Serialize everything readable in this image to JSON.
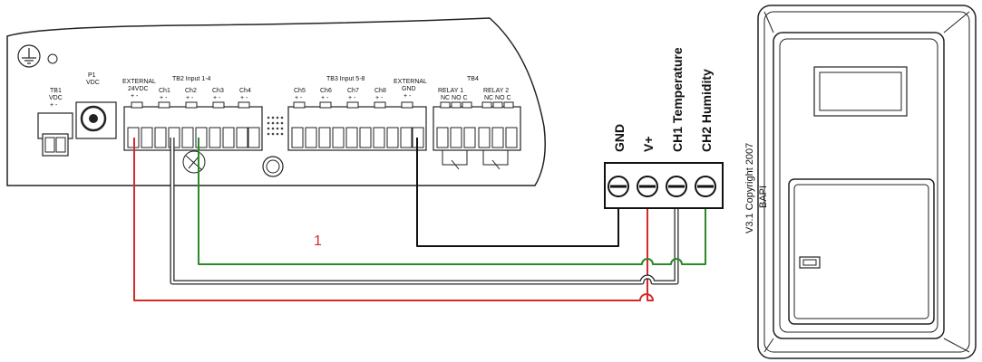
{
  "controller": {
    "tb1_label": "TB1",
    "tb1_sub": "VDC",
    "tb1_pol": "+  -",
    "p1_label": "P1",
    "p1_sub": "VDC",
    "ext24_label": "EXTERNAL",
    "ext24_sub": "24VDC",
    "tb2_label": "TB2 Input 1-4",
    "tb3_label": "TB3 Input 5-8",
    "ext_gnd_label": "EXTERNAL",
    "ext_gnd_sub": "GND",
    "tb4_label": "TB4",
    "relay1_label": "RELAY 1",
    "relay2_label": "RELAY 2",
    "relay_contacts": "NC NO C",
    "channels": [
      "Ch1",
      "Ch2",
      "Ch3",
      "Ch4",
      "Ch5",
      "Ch6",
      "Ch7",
      "Ch8"
    ],
    "pol": "+  -"
  },
  "terminal": {
    "labels": [
      "GND",
      "V+",
      "CH1  Temperature",
      "CH2  Humidity"
    ]
  },
  "wire_number": "1",
  "sensor": {
    "copyright": "V3.1 Copyright 2007",
    "brand": "BAPI"
  },
  "colors": {
    "red_wire": "#d42a2a",
    "green_wire": "#2a8a2a",
    "black_wire": "#111111",
    "white_wire": "#ffffff"
  }
}
